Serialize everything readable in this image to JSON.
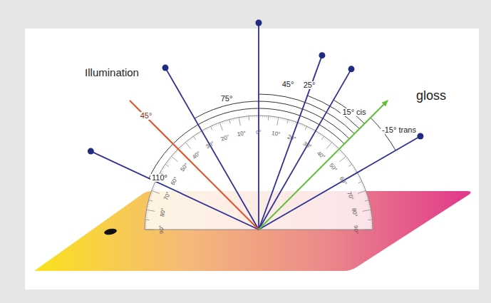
{
  "diagram": {
    "labels": [
      "Illumination",
      "45°",
      "110°",
      "75°",
      "45°",
      "25°",
      "15° cis",
      "gloss",
      "-15° trans",
      "90°",
      "80°",
      "70°",
      "60°",
      "50°",
      "40°",
      "30°",
      "20°",
      "10°",
      "0°",
      "10°",
      "20°",
      "30°",
      "40°",
      "50°",
      "60°",
      "70°",
      "80°",
      "90°"
    ]
  }
}
